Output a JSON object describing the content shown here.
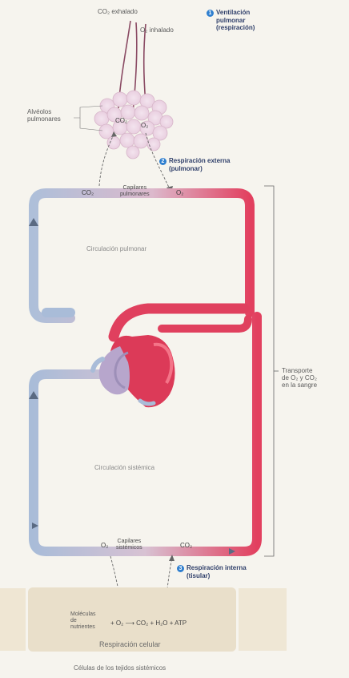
{
  "top": {
    "co2_exhaled": "CO₂ exhalado",
    "o2_inhaled": "O₂ inhalado"
  },
  "steps": [
    {
      "number": "1",
      "line1": "Ventilación",
      "line2": "pulmonar",
      "line3": "(respiración)"
    },
    {
      "number": "2",
      "line1": "Respiración externa",
      "line2": "(pulmonar)",
      "line3": ""
    },
    {
      "number": "3",
      "line1": "Respiración interna",
      "line2": "(tisular)",
      "line3": ""
    }
  ],
  "alveoli": {
    "line1": "Alvéolos",
    "line2": "pulmonares",
    "co2": "CO₂",
    "o2": "O₂"
  },
  "pulmonary_capillaries": {
    "co2": "CO₂",
    "line1": "Capilares",
    "line2": "pulmonares",
    "o2": "O₂"
  },
  "pulmonary_circulation": "Circulación pulmonar",
  "systemic_circulation": "Circulación sistémica",
  "transport": {
    "line1": "Transporte",
    "line2": "de O₂ y CO₂",
    "line3": "en la sangre"
  },
  "systemic_capillaries": {
    "o2": "O₂",
    "line1": "Capilares",
    "line2": "sistémicos",
    "co2": "CO₂"
  },
  "cell": {
    "molecules_line1": "Moléculas",
    "molecules_line2": "de",
    "molecules_line3": "nutrientes",
    "equation": "+ O₂ ⟶ CO₂ + H₂O + ATP",
    "label": "Respiración celular"
  },
  "caption": "Células de los tejidos sistémicos",
  "colors": {
    "oxygenated": "#e0405e",
    "deoxygenated": "#9fb6d6",
    "step_badge": "#2f7fcf"
  }
}
